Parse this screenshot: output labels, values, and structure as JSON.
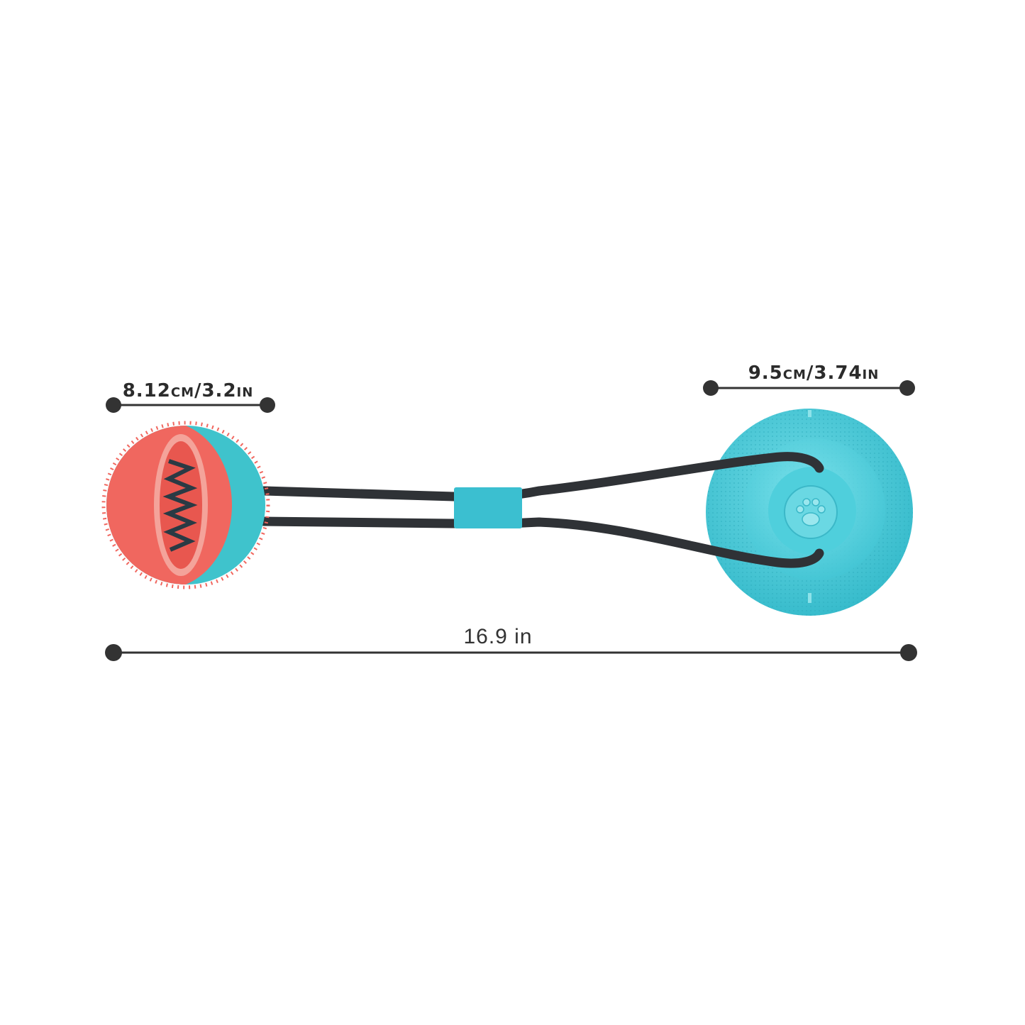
{
  "dimensions": {
    "ball_diameter": "8.12cm/3.2in",
    "suction_cup_diameter": "9.5cm/3.74in",
    "total_length": "16.9 in"
  },
  "colors": {
    "ball_red": "#f0675f",
    "ball_teal": "#3fc3cc",
    "suction_teal": "#38c4d4",
    "rope": "#2f3236",
    "dimension_line": "#333333"
  }
}
